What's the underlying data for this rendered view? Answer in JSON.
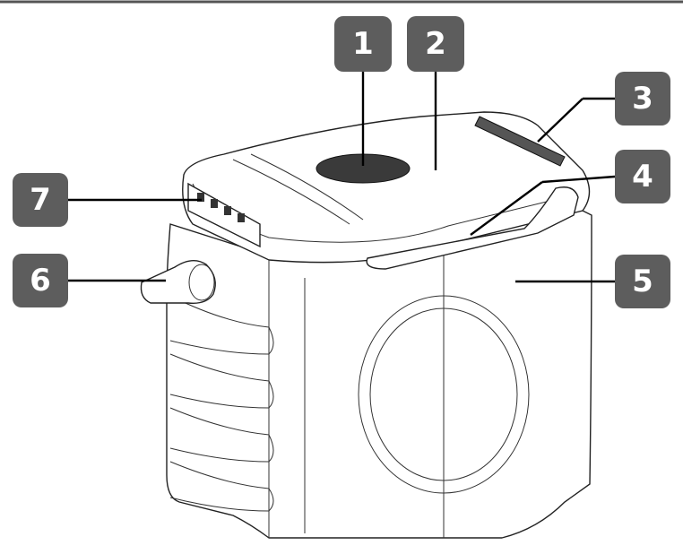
{
  "diagram": {
    "callouts": [
      {
        "id": "1",
        "label": "1"
      },
      {
        "id": "2",
        "label": "2"
      },
      {
        "id": "3",
        "label": "3"
      },
      {
        "id": "4",
        "label": "4"
      },
      {
        "id": "5",
        "label": "5"
      },
      {
        "id": "6",
        "label": "6"
      },
      {
        "id": "7",
        "label": "7"
      }
    ],
    "colors": {
      "badge": "#5d5d5d",
      "badge_text": "#ffffff",
      "line": "#000000"
    }
  }
}
